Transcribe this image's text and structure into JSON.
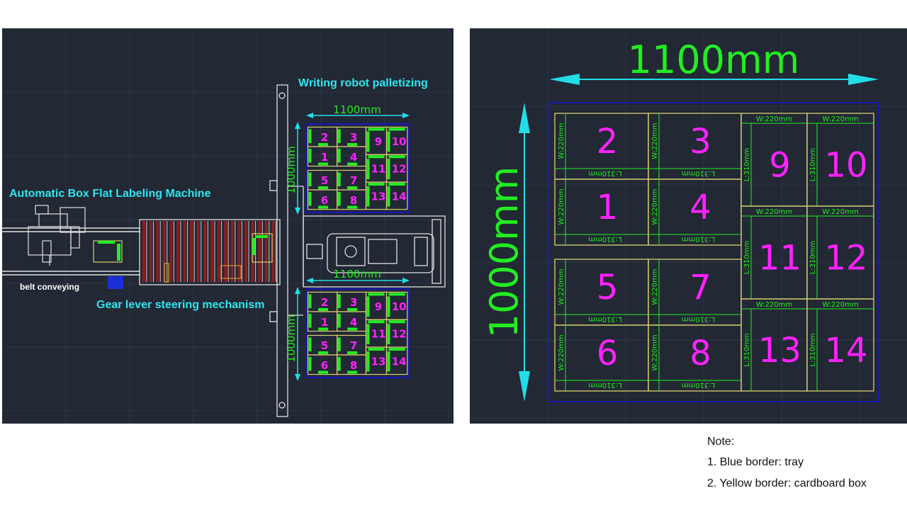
{
  "colors": {
    "background": "#222834",
    "tray_border": "#1a1aa8",
    "box_border": "#d8d070",
    "dimension": "#22ee22",
    "box_number": "#ff22ff",
    "arrow": "#22dde8",
    "label": "#2ee6f0",
    "machine": "#e0e0e0"
  },
  "left_panel": {
    "labels": {
      "palletizing": "Writing robot palletizing",
      "labeling_machine": "Automatic Box Flat Labeling Machine",
      "belt": "belt conveying",
      "gear": "Gear lever steering mechanism"
    },
    "top_pallet": {
      "width_dim": "1100mm",
      "height_dim": "1000mm"
    },
    "bottom_pallet": {
      "width_dim": "1100mm",
      "height_dim": "1000mm"
    }
  },
  "right_panel": {
    "width_dim": "1100mm",
    "height_dim": "1000mm",
    "boxes": [
      {
        "num": "2",
        "w": "W:220mm",
        "l": "L:310mm"
      },
      {
        "num": "3",
        "w": "W:220mm",
        "l": "L:310mm"
      },
      {
        "num": "1",
        "w": "W:220mm",
        "l": "L:310mm"
      },
      {
        "num": "4",
        "w": "W:220mm",
        "l": "L:310mm"
      },
      {
        "num": "5",
        "w": "W:220mm",
        "l": "L:310mm"
      },
      {
        "num": "7",
        "w": "W:220mm",
        "l": "L:310mm"
      },
      {
        "num": "6",
        "w": "W:220mm",
        "l": "L:310mm"
      },
      {
        "num": "8",
        "w": "W:220mm",
        "l": "L:310mm"
      },
      {
        "num": "9",
        "w": "W:220mm",
        "l": "L:310mm"
      },
      {
        "num": "10",
        "w": "W:220mm",
        "l": "L:310mm"
      },
      {
        "num": "11",
        "w": "W:220mm",
        "l": "L:310mm"
      },
      {
        "num": "12",
        "w": "W:220mm",
        "l": "L:310mm"
      },
      {
        "num": "13",
        "w": "W:220mm",
        "l": "L:310mm"
      },
      {
        "num": "14",
        "w": "W:220mm",
        "l": "L:310mm"
      }
    ]
  },
  "note": {
    "title": "Note:",
    "items": [
      "1. Blue border: tray",
      "2. Yellow border: cardboard box"
    ]
  }
}
